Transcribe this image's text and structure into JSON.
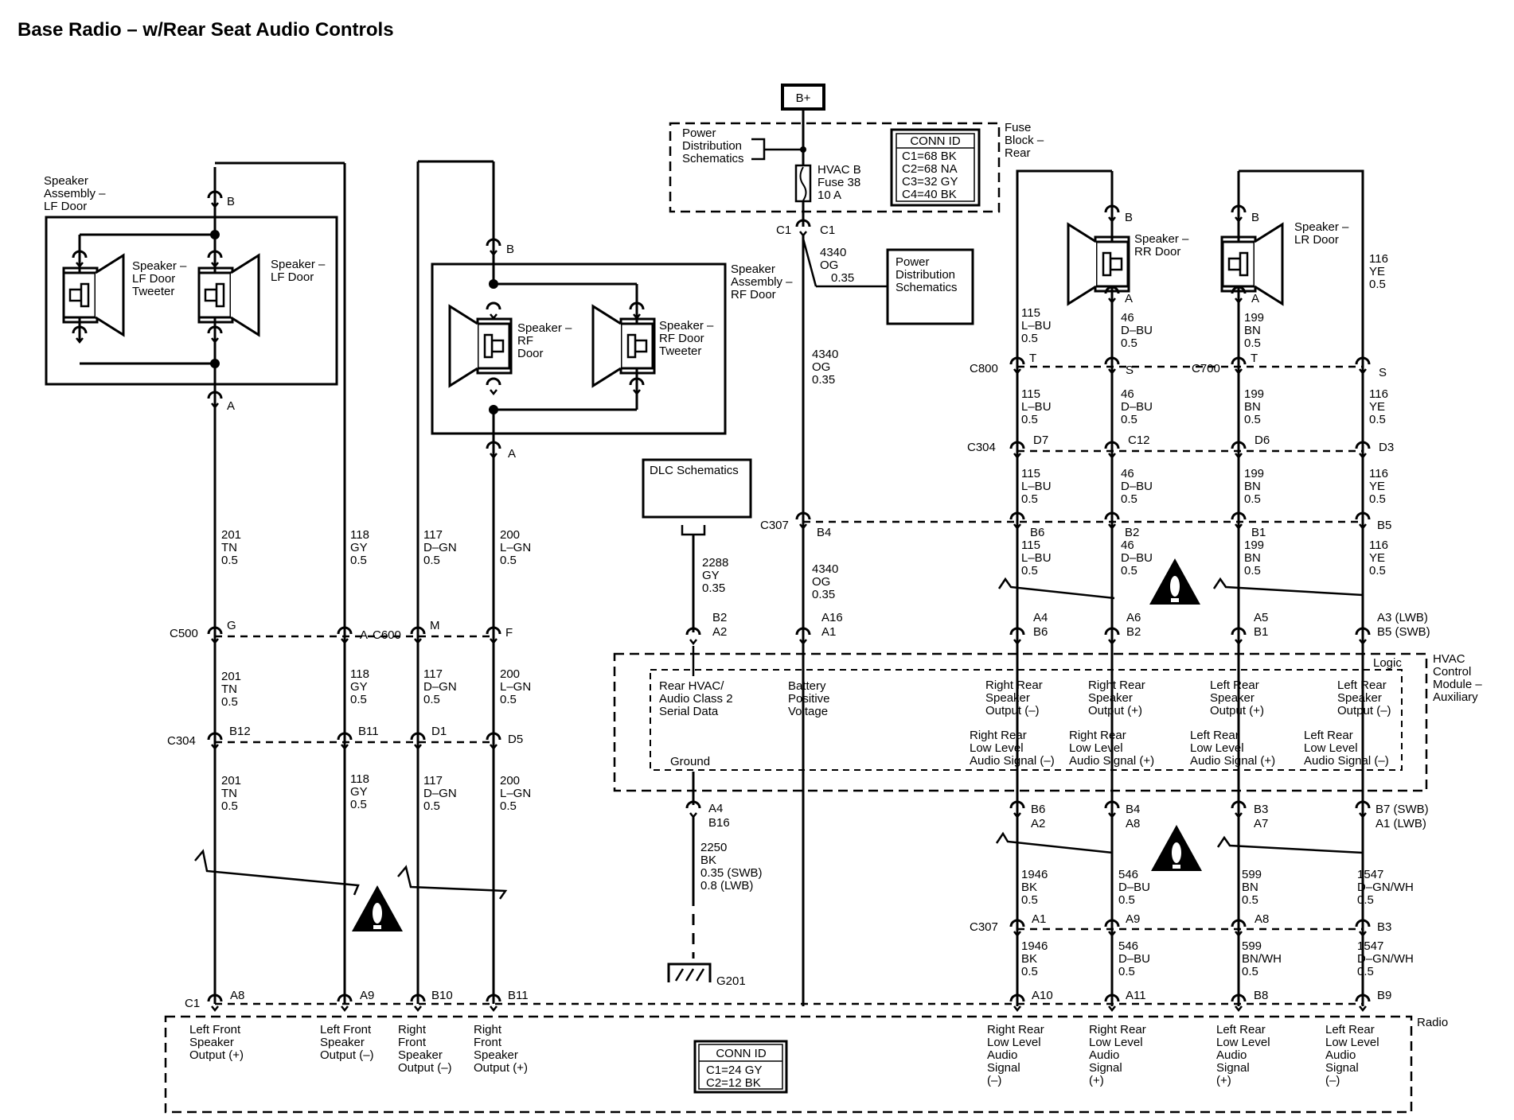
{
  "title": "Base Radio – w/Rear Seat Audio Controls",
  "bplus": "B+",
  "fuse_block": {
    "name": [
      "Fuse",
      "Block –",
      "Rear"
    ],
    "pds_ref": [
      "Power",
      "Distribution",
      "Schematics"
    ],
    "fuse": [
      "HVAC B",
      "Fuse 38",
      "10 A"
    ],
    "conn_id": {
      "title": "CONN ID",
      "lines": [
        "C1=68 BK",
        "C2=68 NA",
        "C3=32 GY",
        "C4=40 BK"
      ]
    }
  },
  "pds_box": [
    "Power",
    "Distribution",
    "Schematics"
  ],
  "dlc_box": "DLC Schematics",
  "components": {
    "lf_assembly": [
      "Speaker",
      "Assembly –",
      "LF Door"
    ],
    "lf_tweeter": [
      "Speaker –",
      "LF Door",
      "Tweeter"
    ],
    "lf_door": [
      "Speaker –",
      "LF Door"
    ],
    "rf_assembly": [
      "Speaker",
      "Assembly –",
      "RF Door"
    ],
    "rf_door": [
      "Speaker –",
      "RF",
      "Door"
    ],
    "rf_tweeter": [
      "Speaker –",
      "RF Door",
      "Tweeter"
    ],
    "rr_door": [
      "Speaker –",
      "RR Door"
    ],
    "lr_door": [
      "Speaker –",
      "LR Door"
    ]
  },
  "hvac": {
    "name": [
      "HVAC",
      "Control",
      "Module –",
      "Auxiliary"
    ],
    "logic": "Logic",
    "ground": "Ground",
    "pins": [
      [
        "Rear HVAC/",
        "Audio Class 2",
        "Serial Data"
      ],
      [
        "Battery",
        "Positive",
        "Voltage"
      ],
      [
        "Right Rear",
        "Speaker",
        "Output (–)"
      ],
      [
        "Right Rear",
        "Speaker",
        "Output (+)"
      ],
      [
        "Left Rear",
        "Speaker",
        "Output (+)"
      ],
      [
        "Left Rear",
        "Speaker",
        "Output (–)"
      ]
    ],
    "signals": [
      [
        "Right Rear",
        "Low Level",
        "Audio Signal (–)"
      ],
      [
        "Right Rear",
        "Low Level",
        "Audio Signal (+)"
      ],
      [
        "Left Rear",
        "Low Level",
        "Audio Signal (+)"
      ],
      [
        "Left Rear",
        "Low Level",
        "Audio Signal (–)"
      ]
    ]
  },
  "radio": {
    "name": "Radio",
    "conn_id": {
      "title": "CONN ID",
      "lines": [
        "C1=24 GY",
        "C2=12 BK"
      ]
    },
    "pins": [
      [
        "Left Front",
        "Speaker",
        "Output (+)"
      ],
      [
        "Left Front",
        "Speaker",
        "Output (–)"
      ],
      [
        "Right",
        "Front",
        "Speaker",
        "Output (–)"
      ],
      [
        "Right",
        "Front",
        "Speaker",
        "Output (+)"
      ],
      [
        "Right Rear",
        "Low Level",
        "Audio",
        "Signal",
        "(–)"
      ],
      [
        "Right Rear",
        "Low Level",
        "Audio",
        "Signal",
        "(+)"
      ],
      [
        "Left Rear",
        "Low Level",
        "Audio",
        "Signal",
        "(+)"
      ],
      [
        "Left Rear",
        "Low Level",
        "Audio",
        "Signal",
        "(–)"
      ]
    ]
  },
  "connectors": {
    "c500": "C500",
    "c600": "C600",
    "c304": "C304",
    "c1": "C1",
    "c307": "C307",
    "c800": "C800",
    "c700": "C700",
    "g201": "G201"
  },
  "pins": {
    "lf_b": "B",
    "lf_a": "A",
    "rf_b": "B",
    "rf_a": "A",
    "c500_g": "G",
    "c500_a": "A",
    "c600_m": "M",
    "c600_f": "F",
    "c304_b12": "B12",
    "c304_b11": "B11",
    "c304_d1": "D1",
    "c304_d5": "D5",
    "c1_a8": "A8",
    "c1_a9": "A9",
    "c1_b10": "B10",
    "c1_b11": "B11",
    "fb_c1_left": "C1",
    "fb_c1_right": "C1",
    "c307_b4": "B4",
    "hv_b2": "B2",
    "hv_a2": "A2",
    "hv_a16": "A16",
    "hv_a1": "A1",
    "rr_b": "B",
    "rr_a": "A",
    "lr_b": "B",
    "lr_a": "A",
    "c800_t": "T",
    "c800_s": "S",
    "c700_t": "T",
    "c700_s": "S",
    "c304_d7": "D7",
    "c304_c12": "C12",
    "c304_d6": "D6",
    "c304_d3": "D3",
    "c307_b6": "B6",
    "c307_b2": "B2",
    "c307_b1": "B1",
    "c307_b5": "B5",
    "hv_a4": "A4",
    "hv_b6": "B6",
    "hv_a6": "A6",
    "hv_b2b": "B2",
    "hv_a5": "A5",
    "hv_b1": "B1",
    "hv_a3": "A3 (LWB)",
    "hv_b5": "B5 (SWB)",
    "gnd_a4": "A4",
    "gnd_b16": "B16",
    "sig_b6": "B6",
    "sig_a2": "A2",
    "sig_b4": "B4",
    "sig_a8": "A8",
    "sig_b3": "B3",
    "sig_a7": "A7",
    "sig_b7": "B7 (SWB)",
    "sig_a1": "A1 (LWB)",
    "c307_a1": "A1",
    "c307_a9": "A9",
    "c307_a8": "A8",
    "c307_b3": "B3",
    "radio_a10": "A10",
    "radio_a11": "A11",
    "radio_b8": "B8",
    "radio_b9": "B9"
  },
  "wires": {
    "w201": [
      "201",
      "TN",
      "0.5"
    ],
    "w118": [
      "118",
      "GY",
      "0.5"
    ],
    "w117": [
      "117",
      "D–GN",
      "0.5"
    ],
    "w200": [
      "200",
      "L–GN",
      "0.5"
    ],
    "w4340": [
      "4340",
      "OG",
      "0.35"
    ],
    "w2288": [
      "2288",
      "GY",
      "0.35"
    ],
    "w115": [
      "115",
      "L–BU",
      "0.5"
    ],
    "w46": [
      "46",
      "D–BU",
      "0.5"
    ],
    "w199": [
      "199",
      "BN",
      "0.5"
    ],
    "w116": [
      "116",
      "YE",
      "0.5"
    ],
    "w2250": [
      "2250",
      "BK",
      "0.35 (SWB)",
      "0.8 (LWB)"
    ],
    "w1946": [
      "1946",
      "BK",
      "0.5"
    ],
    "w546": [
      "546",
      "D–BU",
      "0.5"
    ],
    "w599a": [
      "599",
      "BN",
      "0.5"
    ],
    "w599b": [
      "599",
      "BN/WH",
      "0.5"
    ],
    "w1547": [
      "1547",
      "D–GN/WH",
      "0.5"
    ]
  }
}
